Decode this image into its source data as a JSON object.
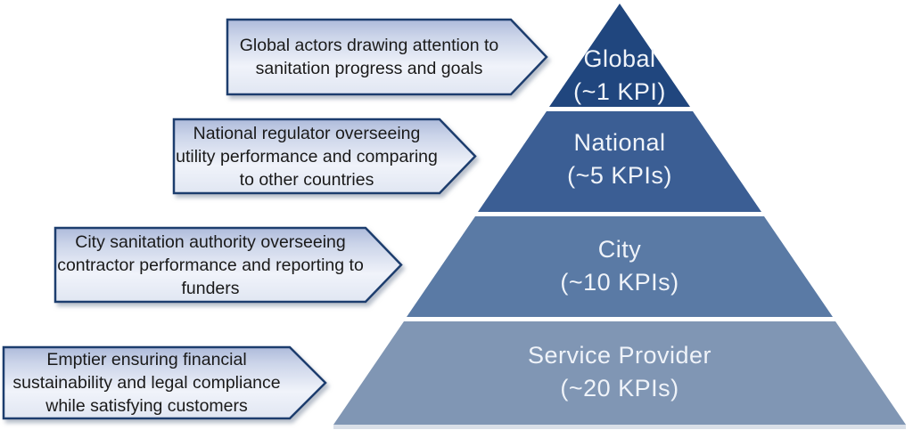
{
  "pyramid": {
    "levels": [
      {
        "name": "Global",
        "kpi": "(~1 KPI)",
        "color": "#20467E"
      },
      {
        "name": "National",
        "kpi": "(~5 KPIs)",
        "color": "#3B5E94"
      },
      {
        "name": "City",
        "kpi": "(~10 KPIs)",
        "color": "#5A7AA5"
      },
      {
        "name": "Service Provider",
        "kpi": "(~20 KPIs)",
        "color": "#8096B4"
      }
    ],
    "label_color": "#EFF3F9"
  },
  "callouts": [
    {
      "text": "Global actors drawing attention to sanitation progress and goals"
    },
    {
      "text": "National regulator overseeing utility performance and comparing to other countries"
    },
    {
      "text": "City sanitation authority overseeing contractor performance and reporting to funders"
    },
    {
      "text": "Emptier ensuring financial sustainability and legal compliance while satisfying customers"
    }
  ],
  "callout_style": {
    "border_color": "#1F3E6E",
    "text_color": "#1A1A1A",
    "gradient_top": "#AEBBDB",
    "gradient_upper": "#CBD4E9",
    "gradient_mid": "#F0F3FA",
    "gradient_bottom": "#E0E6F2"
  }
}
